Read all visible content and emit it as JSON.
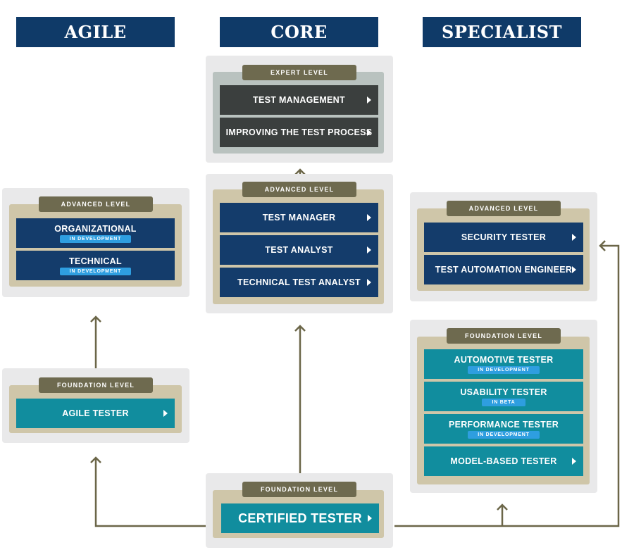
{
  "columns": {
    "agile": "AGILE",
    "core": "CORE",
    "specialist": "SPECIALIST"
  },
  "core": {
    "expert": {
      "tag": "EXPERT LEVEL",
      "items": [
        "TEST MANAGEMENT",
        "IMPROVING THE TEST PROCESS"
      ]
    },
    "advanced": {
      "tag": "ADVANCED LEVEL",
      "items": [
        "TEST MANAGER",
        "TEST ANALYST",
        "TECHNICAL TEST ANALYST"
      ]
    },
    "foundation": {
      "tag": "FOUNDATION LEVEL",
      "item": "CERTIFIED TESTER"
    }
  },
  "agile": {
    "advanced": {
      "tag": "ADVANCED LEVEL",
      "items": [
        {
          "label": "ORGANIZATIONAL",
          "badge": "IN DEVELOPMENT"
        },
        {
          "label": "TECHNICAL",
          "badge": "IN DEVELOPMENT"
        }
      ]
    },
    "foundation": {
      "tag": "FOUNDATION LEVEL",
      "item": "AGILE TESTER"
    }
  },
  "specialist": {
    "advanced": {
      "tag": "ADVANCED LEVEL",
      "items": [
        "SECURITY TESTER",
        "TEST AUTOMATION ENGINEER"
      ]
    },
    "foundation": {
      "tag": "FOUNDATION LEVEL",
      "items": [
        {
          "label": "AUTOMOTIVE TESTER",
          "badge": "IN DEVELOPMENT"
        },
        {
          "label": "USABILITY TESTER",
          "badge": "IN BETA"
        },
        {
          "label": "PERFORMANCE TESTER",
          "badge": "IN DEVELOPMENT"
        },
        {
          "label": "MODEL-BASED TESTER",
          "badge": ""
        }
      ]
    }
  },
  "colors": {
    "navy": "#143c6b",
    "teal": "#118d9e",
    "dark": "#3b3f3e",
    "tag": "#6e6a4f",
    "beige": "#cfc6a9",
    "connector": "#6b6648"
  },
  "icons": {
    "chevron": "chevron-right-icon",
    "arrow": "arrow-up-icon"
  }
}
